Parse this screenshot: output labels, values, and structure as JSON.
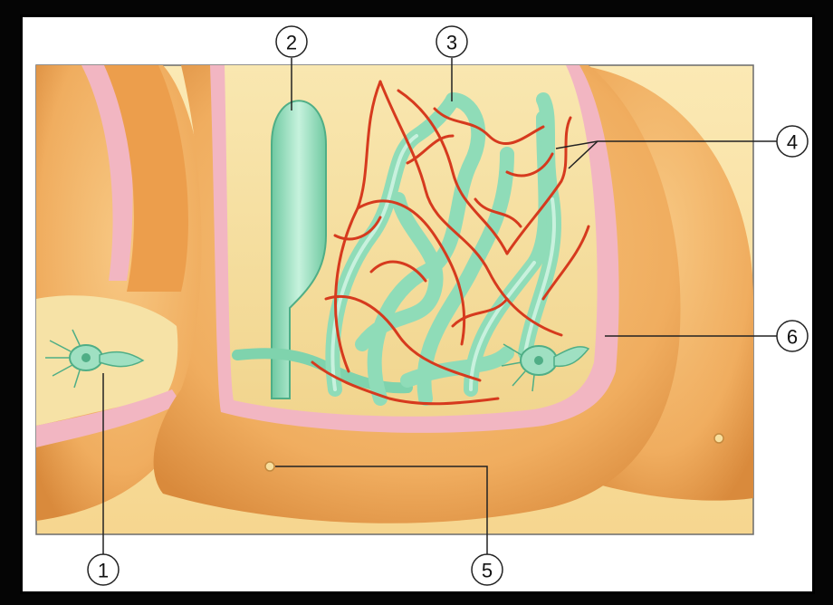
{
  "callouts": [
    {
      "id": "1",
      "label": "1"
    },
    {
      "id": "2",
      "label": "2"
    },
    {
      "id": "3",
      "label": "3"
    },
    {
      "id": "4",
      "label": "4"
    },
    {
      "id": "5",
      "label": "5"
    },
    {
      "id": "6",
      "label": "6"
    }
  ],
  "colors": {
    "skin_tone": "#f3b76a",
    "skin_shadow": "#d98a3c",
    "background_light": "#fbe9b4",
    "pink_layer": "#f2b6c2",
    "duct_green": "#9fe0c2",
    "duct_green_dark": "#5fbf97",
    "capillary_red": "#d63a1e",
    "frame": "#000000"
  }
}
